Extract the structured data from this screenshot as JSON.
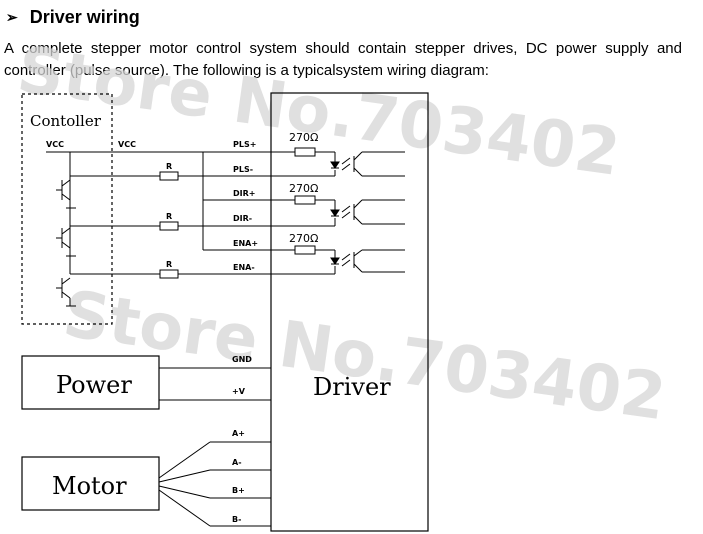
{
  "section": {
    "bullet": "➢",
    "title": "Driver wiring",
    "description": "A complete stepper motor control system should contain stepper drives, DC power supply and controller (pulse source). The following is a typicalsystem wiring diagram:"
  },
  "diagram": {
    "controller_label": "Contoller",
    "power_label": "Power",
    "driver_label": "Driver",
    "motor_label": "Motor",
    "vcc_left": "VCC",
    "vcc_right": "VCC",
    "resistor_label": "R",
    "resistor_value": "270Ω",
    "signal_pins": [
      "PLS+",
      "PLS-",
      "DIR+",
      "DIR-",
      "ENA+",
      "ENA-"
    ],
    "power_pins": [
      "GND",
      "+V"
    ],
    "motor_pins": [
      "A+",
      "A-",
      "B+",
      "B-"
    ],
    "watermark": "Store No.703402"
  },
  "colors": {
    "line": "#000000",
    "watermark": "#d9d9d9"
  }
}
